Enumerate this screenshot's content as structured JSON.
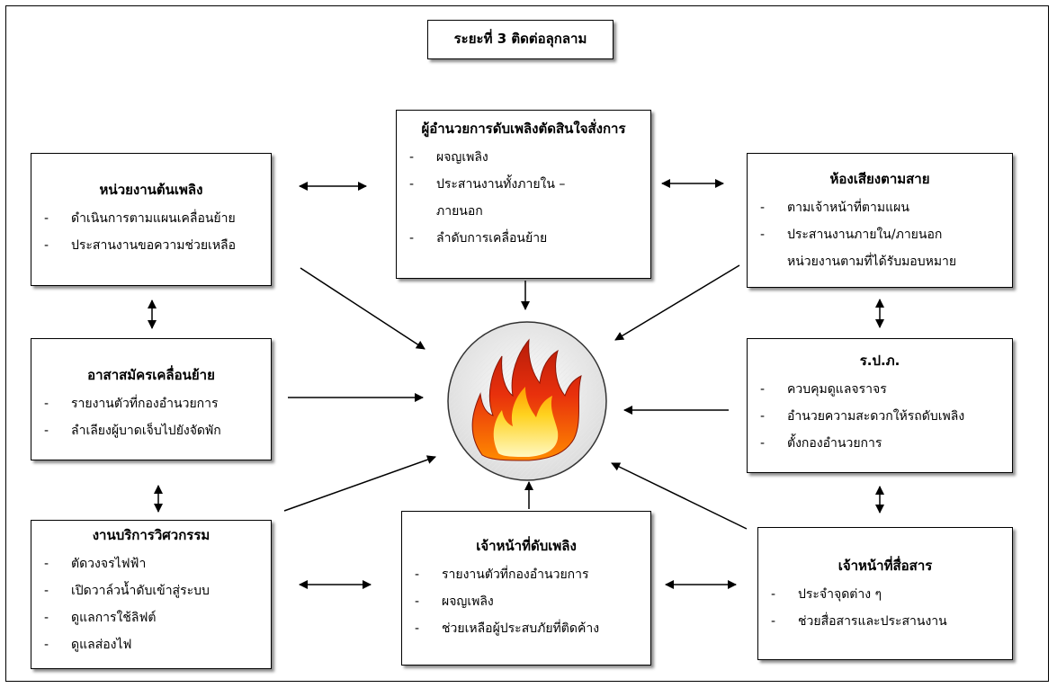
{
  "title": "ระยะที่ 3 ติดต่อลุกลาม",
  "boxes": {
    "fire_unit": {
      "heading": "หน่วยงานต้นเพลิง",
      "items": [
        "ดำเนินการตามแผนเคลื่อนย้าย",
        "ประสานงานขอความช่วยเหลือ"
      ]
    },
    "commander": {
      "heading": "ผู้อำนวยการดับเพลิงตัดสินใจสั่งการ",
      "items": [
        "ผจญเพลิง",
        "ประสานงานทั้งภายใน –",
        "ภายนอก",
        "ลำดับการเคลื่อนย้าย"
      ]
    },
    "broadcast": {
      "heading": "ห้องเสียงตามสาย",
      "items": [
        "ตามเจ้าหน้าที่ตามแผน",
        "ประสานงานภายใน/ภายนอก",
        "หน่วยงานตามที่ได้รับมอบหมาย"
      ]
    },
    "volunteers": {
      "heading": "อาสาสมัครเคลื่อนย้าย",
      "items": [
        "รายงานตัวที่กองอำนวยการ",
        "ลำเลียงผู้บาดเจ็บไปยังจัดพัก"
      ]
    },
    "security": {
      "heading": "ร.ป.ภ.",
      "items": [
        "ควบคุมดูแลจราจร",
        "อำนวยความสะดวกให้รถดับเพลิง",
        "ตั้งกองอำนวยการ"
      ]
    },
    "engineering": {
      "heading": "งานบริการวิศวกรรม",
      "items": [
        "ตัดวงจรไฟฟ้า",
        "เปิดวาล์วน้ำดับเข้าสู่ระบบ",
        "ดูแลการใช้ลิฟต์",
        "ดูแลส่องไฟ"
      ]
    },
    "firefighters": {
      "heading": "เจ้าหน้าที่ดับเพลิง",
      "items": [
        "รายงานตัวที่กองอำนวยการ",
        "ผจญเพลิง",
        "ช่วยเหลือผู้ประสบภัยที่ติดค้าง"
      ]
    },
    "communications": {
      "heading": "เจ้าหน้าที่สื่อสาร",
      "items": [
        "ประจำจุดต่าง ๆ",
        "ช่วยสื่อสารและประสานงาน"
      ]
    }
  }
}
